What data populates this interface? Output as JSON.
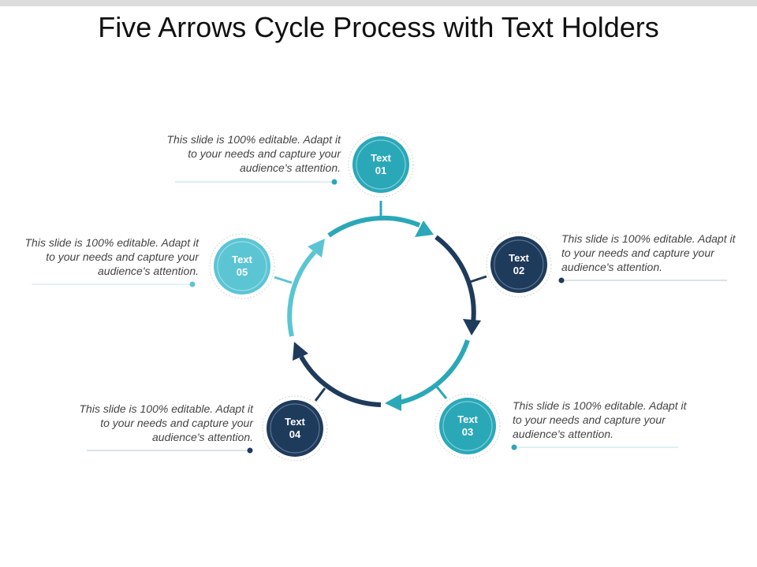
{
  "title": "Five Arrows Cycle Process with Text Holders",
  "colors": {
    "teal": "#2aa8b8",
    "navy": "#1f3b5c",
    "light_teal": "#5bc5d4"
  },
  "nodes": [
    {
      "line1": "Text",
      "line2": "01",
      "description": "This slide is 100% editable. Adapt it to your needs and capture your audience's attention."
    },
    {
      "line1": "Text",
      "line2": "02",
      "description": "This slide is 100% editable. Adapt it to your needs and capture your audience's attention."
    },
    {
      "line1": "Text",
      "line2": "03",
      "description": "This slide is 100% editable. Adapt it to your needs and capture your audience's attention."
    },
    {
      "line1": "Text",
      "line2": "04",
      "description": "This slide is 100% editable. Adapt it to your needs and capture your audience's attention."
    },
    {
      "line1": "Text",
      "line2": "05",
      "description": "This slide is 100% editable. Adapt it to your needs and capture your audience's attention."
    }
  ]
}
